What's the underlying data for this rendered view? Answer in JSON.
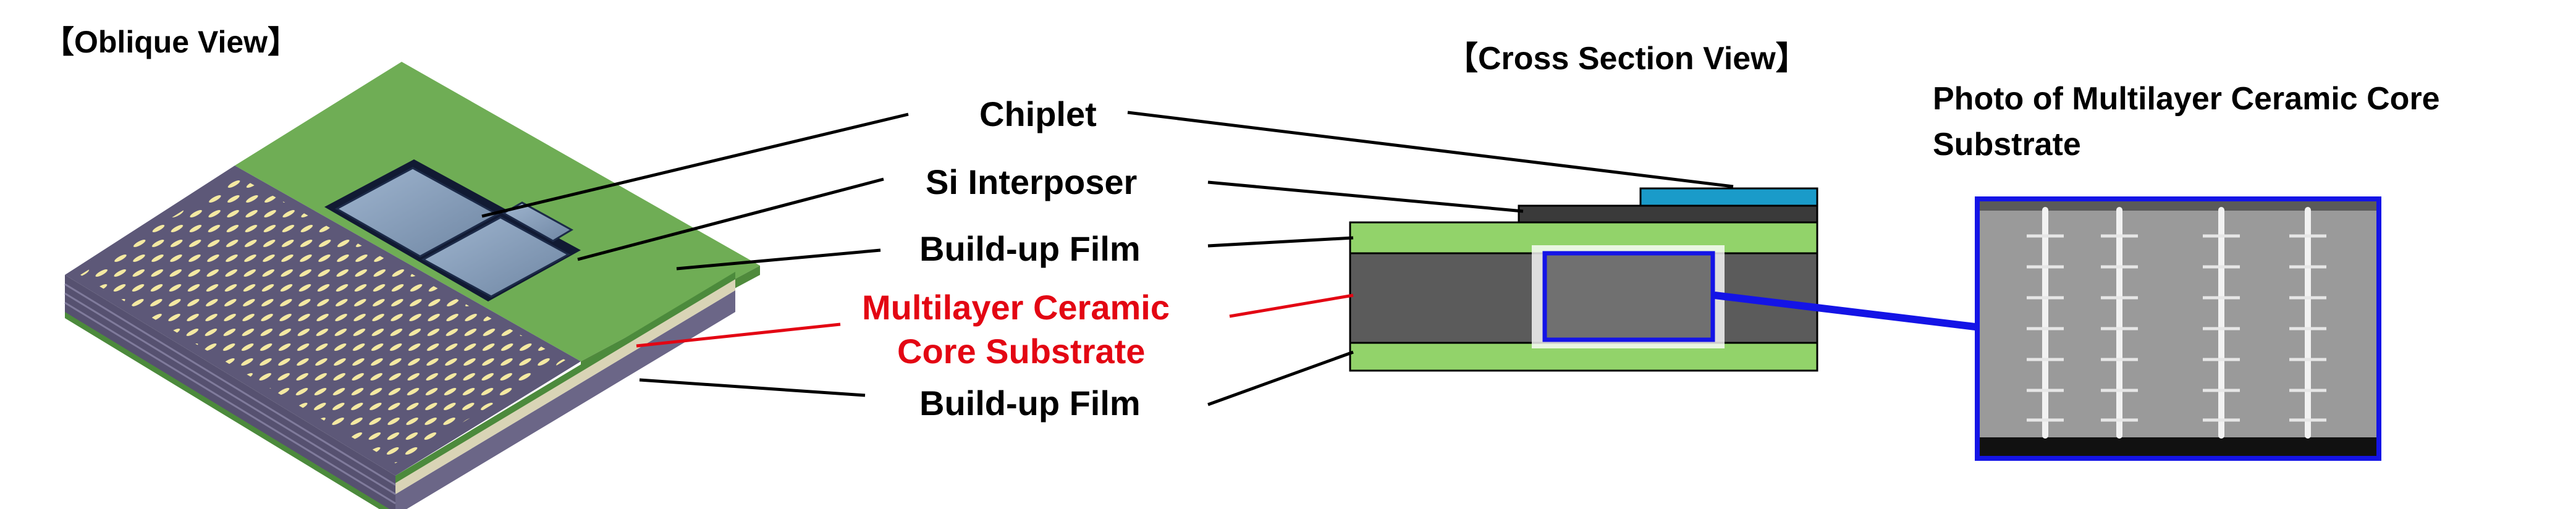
{
  "oblique_view": {
    "title": "【Oblique View】"
  },
  "cross_section_view": {
    "title": "【Cross Section View】"
  },
  "photo": {
    "title_line1": "Photo of Multilayer Ceramic Core",
    "title_line2": "Substrate"
  },
  "layers": [
    {
      "id": "chiplet",
      "label": "Chiplet",
      "color": "#1a9bc9"
    },
    {
      "id": "si-interposer",
      "label": "Si Interposer",
      "color": "#3a3a3a"
    },
    {
      "id": "build-up-film-top",
      "label": "Build-up Film",
      "color": "#92d36a"
    },
    {
      "id": "ceramic-core",
      "label_line1": "Multilayer Ceramic",
      "label_line2": "Core Substrate",
      "color": "#5b5b5b",
      "label_color": "#e30613"
    },
    {
      "id": "build-up-film-bottom",
      "label": "Build-up Film",
      "color": "#92d36a"
    }
  ],
  "colors": {
    "highlight": "#1414e6",
    "leader": "#000000",
    "leader_red": "#e30613"
  }
}
